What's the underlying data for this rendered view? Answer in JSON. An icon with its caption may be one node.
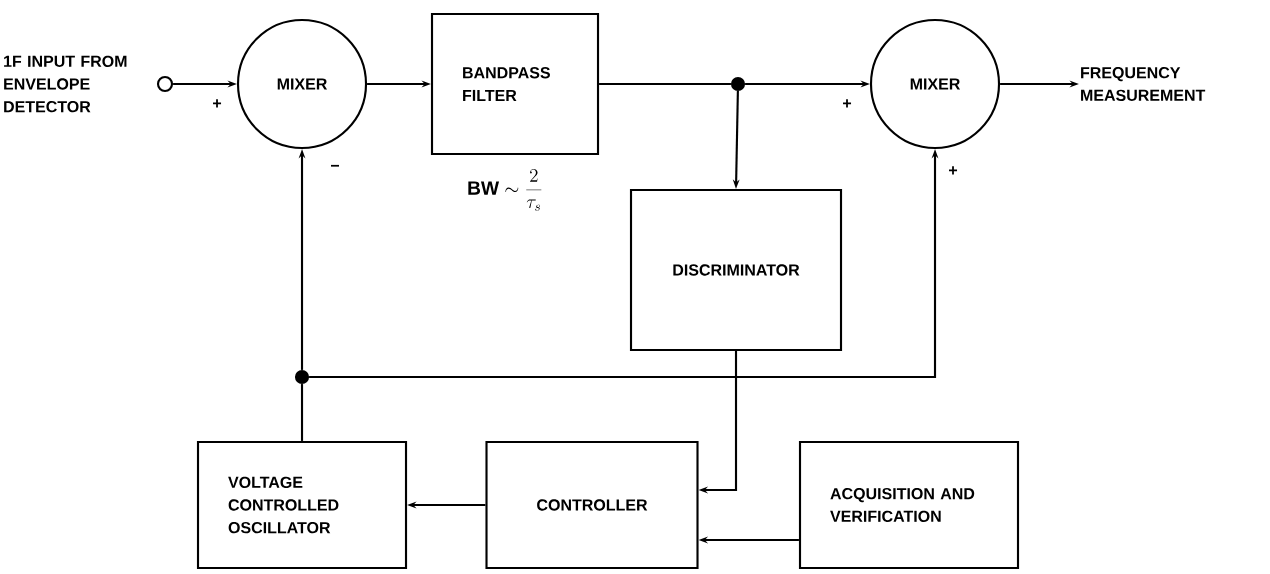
{
  "diagram": {
    "nodes": [
      {
        "text": [],
        "shape": "circle"
      },
      {
        "text": [
          "MIXER"
        ]
      },
      {
        "text": [
          "BANDPASS FILTER"
        ],
        "beside": [
          "\\mathbf{BW} \\sim \\frac{2}{\\tau_{s}}"
        ]
      },
      {
        "text": [],
        "shape": "circle"
      },
      {
        "text": [
          "MIXER"
        ]
      },
      {
        "text": [
          "FREQUENCY MEASUREMENT"
        ]
      },
      {
        "text": [
          "DISCRIMINATOR"
        ]
      },
      {
        "text": [],
        "shape": "circle"
      },
      {
        "text": [
          "VOLTAGE CONTROLLED OSCILLATOR"
        ]
      },
      {
        "text": [
          "CONTROLLER"
        ]
      },
      {
        "text": [
          "ACQUISITION AND VERIFICATION"
        ]
      }
    ],
    "edges": [
      {
        "from": 0,
        "to": 1,
        "arrow": "to"
      },
      {
        "from": 1,
        "to": 2,
        "arrow": "to"
      },
      {
        "from": 2,
        "to": 3,
        "arrow": "none"
      },
      {
        "from": 3,
        "to": 4,
        "arrow": "to"
      },
      {
        "from": 4,
        "to": 5,
        "arrow": "to"
      },
      {
        "from": 3,
        "to": 6,
        "arrow": "to"
      },
      {
        "from": 6,
        "to": 9,
        "arrow": "to"
      },
      {
        "from": 10,
        "to": 9,
        "arrow": "to"
      },
      {
        "from": 9,
        "to": 8,
        "arrow": "to"
      },
      {
        "from": 8,
        "to": 7,
        "arrow": "none"
      },
      {
        "from": 7,
        "to": 1,
        "arrow": "to"
      },
      {
        "from": 7,
        "to": 4,
        "arrow": "to"
      }
    ],
    "labels": [
      "1F INPUT FROM ENVELOPE DETECTOR",
      "+",
      "−",
      "+",
      "+"
    ]
  }
}
